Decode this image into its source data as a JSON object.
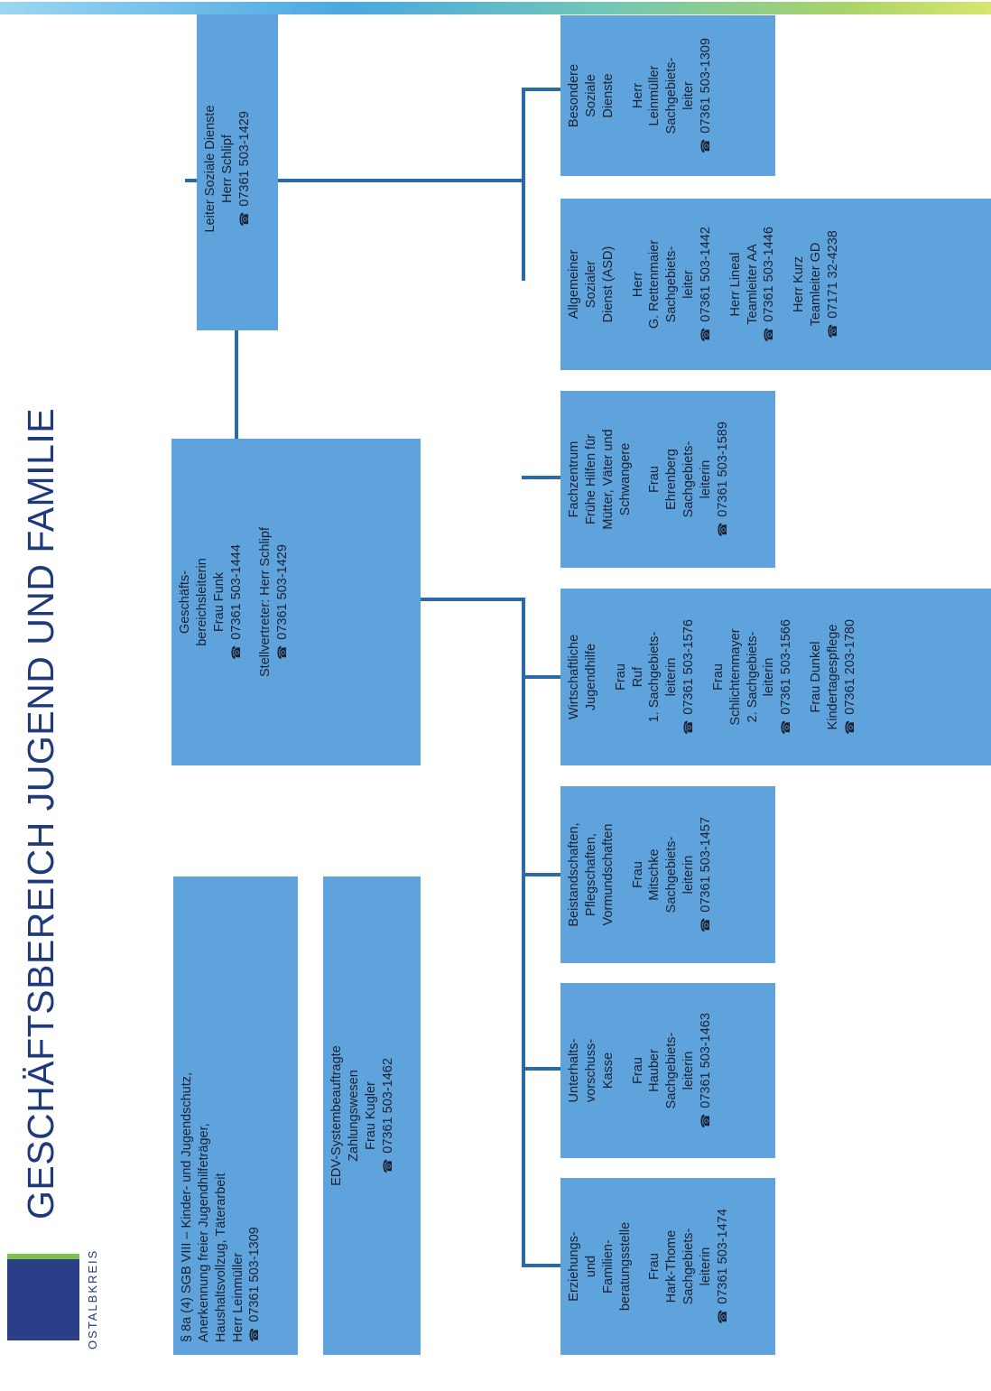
{
  "header": {
    "title": "GESCHÄFTSBEREICH JUGEND UND FAMILIE",
    "logo_text": "OSTALBKREIS"
  },
  "colors": {
    "box": "#5ea3dc",
    "line": "#2c6aa6",
    "title": "#1f3a7a"
  },
  "icons": {
    "phone": "phone-icon"
  },
  "head": {
    "groups": [
      [
        "Geschäfts-",
        "bereichsleiterin",
        "Frau Funk",
        "07361  503-1444"
      ],
      [
        "Stellvertreter: Herr Schlipf",
        "07361  503-1429"
      ]
    ]
  },
  "leiter_sd": {
    "groups": [
      [
        "Leiter Soziale Dienste",
        "Herr Schlipf",
        "07361  503-1429"
      ]
    ]
  },
  "sgb": {
    "groups": [
      [
        "§ 8a (4) SGB VIII – Kinder- und Jugendschutz,",
        "Anerkennung freier Jugendhilfeträger,",
        "Haushaltsvollzug, Täterarbeit",
        "Herr Leinmüller",
        "07361  503-1309"
      ]
    ]
  },
  "edv": {
    "groups": [
      [
        "EDV-Systembeauftragte",
        "Zahlungswesen",
        "Frau Kugler",
        "07361  503-1462"
      ]
    ]
  },
  "departments": [
    {
      "groups": [
        [
          "Erziehungs-",
          "und",
          "Familien-",
          "beratungsstelle"
        ],
        [
          "Frau",
          "Hark-Thome",
          "Sachgebiets-",
          "leiterin",
          "07361  503-1474"
        ]
      ]
    },
    {
      "groups": [
        [
          "Unterhalts-",
          "vorschuss-",
          "Kasse"
        ],
        [
          "Frau",
          "Hauber",
          "Sachgebiets-",
          "leiterin",
          "07361  503-1463"
        ]
      ]
    },
    {
      "groups": [
        [
          "Beistandschaften,",
          "Pflegschaften,",
          "Vormundschaften"
        ],
        [
          "Frau",
          "Mitschke",
          "Sachgebiets-",
          "leiterin",
          "07361  503-1457"
        ]
      ]
    },
    {
      "groups": [
        [
          "Wirtschaftliche",
          "Jugendhilfe"
        ],
        [
          "Frau",
          "Ruf",
          "1. Sachgebiets-",
          "leiterin",
          "07361  503-1576"
        ],
        [
          "Frau",
          "Schlichtenmayer",
          "2. Sachgebiets-",
          "leiterin",
          "07361  503-1566"
        ],
        [
          "Frau Dunkel",
          "Kindertagespflege",
          "07361  203-1780"
        ]
      ]
    },
    {
      "groups": [
        [
          "Fachzentrum",
          "Frühe Hilfen für",
          "Mütter, Väter und",
          "Schwangere"
        ],
        [
          "Frau",
          "Ehrenberg",
          "Sachgebiets-",
          "leiterin",
          "07361  503-1589"
        ]
      ]
    },
    {
      "groups": [
        [
          "Allgemeiner",
          "Sozialer",
          "Dienst (ASD)"
        ],
        [
          "Herr",
          "G. Rettenmaier",
          "Sachgebiets-",
          "leiter",
          "07361  503-1442"
        ],
        [
          "Herr Lineal",
          "Teamleiter AA",
          "07361  503-1446"
        ],
        [
          "Herr Kurz",
          "Teamleiter GD",
          "07171  32-4238"
        ]
      ]
    },
    {
      "groups": [
        [
          "Besondere",
          "Soziale",
          "Dienste"
        ],
        [
          "Herr",
          "Leinmüller",
          "Sachgebiets-",
          "leiter",
          "07361  503-1309"
        ]
      ]
    }
  ]
}
